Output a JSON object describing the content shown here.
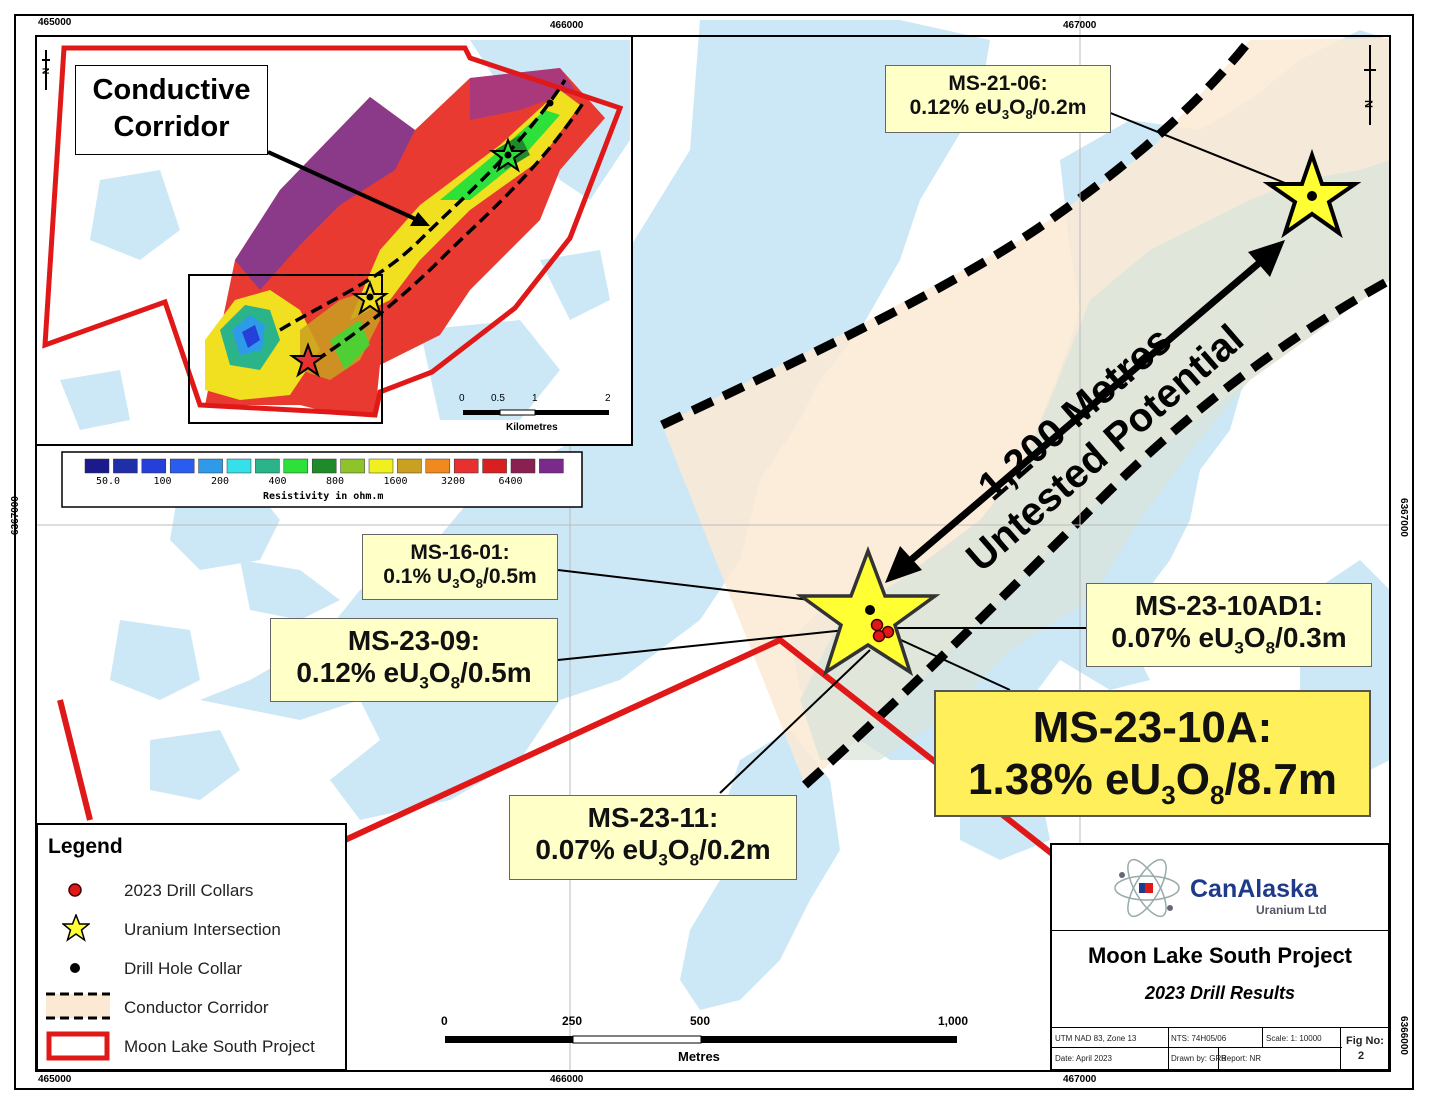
{
  "map_title": "Moon Lake South Project",
  "map_subtitle": "2023 Drill Results",
  "company": {
    "name": "CanAlaska",
    "sub": "Uranium Ltd"
  },
  "grid": {
    "eastings": [
      "465000",
      "466000",
      "467000"
    ],
    "northings": [
      "6367000",
      "6366000"
    ]
  },
  "inset": {
    "title_line1": "Conductive",
    "title_line2": "Corridor",
    "scale_ticks": [
      "0",
      "0.5",
      "1",
      "2"
    ],
    "scale_unit": "Kilometres"
  },
  "resistivity": {
    "colors": [
      "#1a1a8c",
      "#1f2fa8",
      "#2540d8",
      "#2a5cf0",
      "#2e9be8",
      "#36e0e8",
      "#2bb38a",
      "#2ee03a",
      "#1f8a2a",
      "#8fc32a",
      "#f0f020",
      "#c9a020",
      "#f08a20",
      "#e83030",
      "#d82020",
      "#8a2050",
      "#7a2a8a"
    ],
    "tick_labels": [
      "50.0",
      "100",
      "200",
      "400",
      "800",
      "1600",
      "3200",
      "6400"
    ],
    "caption": "Resistivity in ohm.m"
  },
  "callouts": {
    "ms2106": {
      "hole": "MS-21-06:",
      "pct": "0.12%",
      "unit_main": "eU",
      "sub1": "3",
      "o": "O",
      "sub2": "8",
      "len": "/0.2m"
    },
    "ms1601": {
      "hole": "MS-16-01:",
      "pct": "0.1%",
      "unit_main": "U",
      "sub1": "3",
      "o": "O",
      "sub2": "8",
      "len": "/0.5m"
    },
    "ms2309": {
      "hole": "MS-23-09:",
      "pct": "0.12%",
      "unit_main": "eU",
      "sub1": "3",
      "o": "O",
      "sub2": "8",
      "len": "/0.5m"
    },
    "ms2310ad1": {
      "hole": "MS-23-10AD1:",
      "pct": "0.07%",
      "unit_main": "eU",
      "sub1": "3",
      "o": "O",
      "sub2": "8",
      "len": "/0.3m"
    },
    "ms2310a": {
      "hole": "MS-23-10A:",
      "pct": "1.38%",
      "unit_main": "eU",
      "sub1": "3",
      "o": "O",
      "sub2": "8",
      "len": "/8.7m"
    },
    "ms2311": {
      "hole": "MS-23-11:",
      "pct": "0.07%",
      "unit_main": "eU",
      "sub1": "3",
      "o": "O",
      "sub2": "8",
      "len": "/0.2m"
    }
  },
  "corridor_text": {
    "line1": "1,200 Metres",
    "line2": "Untested Potential"
  },
  "legend": {
    "title": "Legend",
    "items": [
      {
        "label": "2023 Drill Collars",
        "symbol": "red-dot"
      },
      {
        "label": "Uranium Intersection",
        "symbol": "yellow-star"
      },
      {
        "label": "Drill Hole Collar",
        "symbol": "black-dot"
      },
      {
        "label": "Conductor Corridor",
        "symbol": "dashed-band"
      },
      {
        "label": "Moon Lake South Project",
        "symbol": "red-outline"
      }
    ]
  },
  "scalebar": {
    "ticks": [
      "0",
      "250",
      "500",
      "1,000"
    ],
    "unit": "Metres"
  },
  "title_block": {
    "projection": "UTM NAD 83, Zone 13",
    "nts": "NTS: 74H05/06",
    "scale": "Scale: 1: 10000",
    "date": "Date: April 2023",
    "drawn": "Drawn by: GRB",
    "report": "Report: NR",
    "fig_label": "Fig No:",
    "fig_no": "2"
  },
  "north_label": "N",
  "colors": {
    "water": "#cce8f6",
    "corridor": "#fbe9d3",
    "boundary": "#e01818",
    "star": "#ffff33",
    "callout_bg": "#ffffc8",
    "callout_big_bg": "#ffef5a"
  }
}
